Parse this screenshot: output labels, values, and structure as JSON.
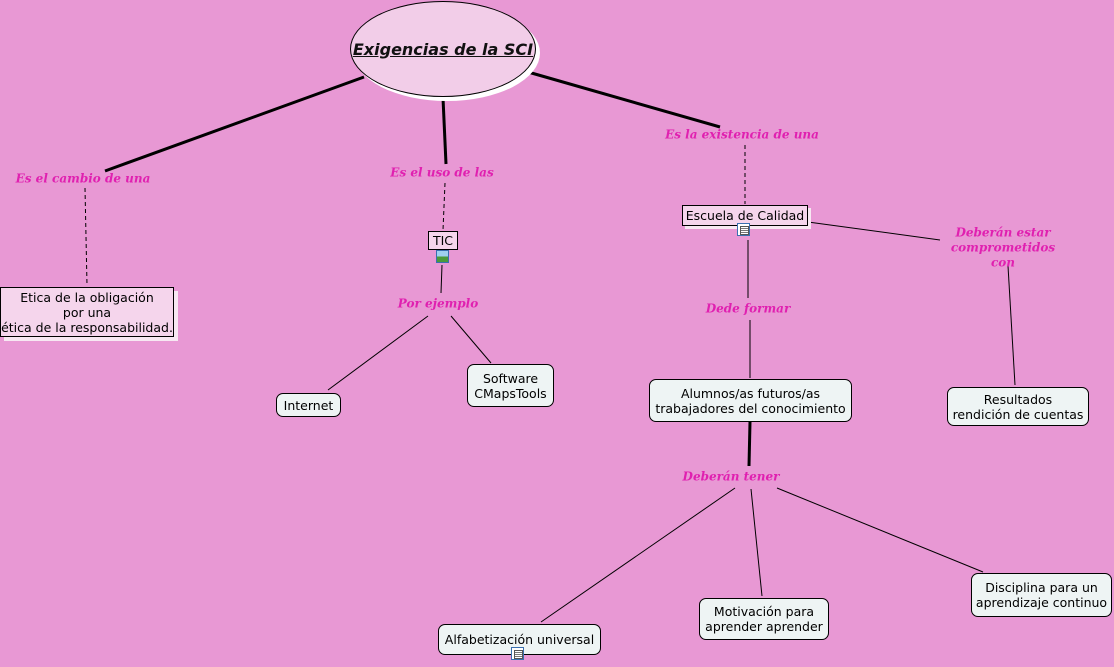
{
  "root": {
    "label": "Exigencias de la SCI"
  },
  "concepts": {
    "etica": "Etica de la obligación\npor una\nética de la responsabilidad.",
    "tic": "TIC",
    "internet": "Internet",
    "software": "Software\nCMapsTools",
    "escuela": "Escuela de Calidad",
    "alumnos": "Alumnos/as futuros/as\ntrabajadores del conocimiento",
    "resultados": "Resultados\nrendición de cuentas",
    "alfabetizacion": "Alfabetización universal",
    "motivacion": "Motivación para\naprender aprender",
    "disciplina": "Disciplina para un\naprendizaje continuo"
  },
  "links": {
    "cambio": "Es el cambio de una",
    "uso": "Es el uso de las",
    "existencia": "Es la existencia de una",
    "ejemplo": "Por ejemplo",
    "formar": "Dede formar",
    "comprometidos": "Deberán estar\ncomprometidos con",
    "tener": "Deberán tener"
  },
  "colors": {
    "background": "#e898d4",
    "link_text": "#e020b0",
    "root_fill": "#f2cde8"
  }
}
